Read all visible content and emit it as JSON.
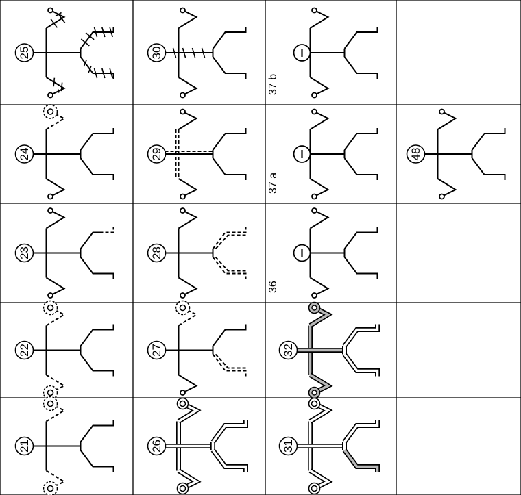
{
  "colors": {
    "ink": "#000000",
    "fill_gray": "#b8b8b8",
    "background": "#ffffff"
  },
  "cells": [
    {
      "id": "c25",
      "row": 0,
      "col": 0,
      "label": "25",
      "label_style": "circled",
      "variant": "tick-hatch"
    },
    {
      "id": "c30",
      "row": 0,
      "col": 1,
      "label": "30",
      "label_style": "circled",
      "variant": "spine-hatch"
    },
    {
      "id": "c37b",
      "row": 0,
      "col": 2,
      "label": "37 b",
      "label_style": "plain",
      "variant": "head-minus"
    },
    {
      "id": "c24",
      "row": 1,
      "col": 0,
      "label": "24",
      "label_style": "circled",
      "variant": "dashed-top-arm"
    },
    {
      "id": "c29",
      "row": 1,
      "col": 1,
      "label": "29",
      "label_style": "circled",
      "variant": "dashed-spine"
    },
    {
      "id": "c37a",
      "row": 1,
      "col": 2,
      "label": "37 a",
      "label_style": "plain",
      "variant": "head-minus"
    },
    {
      "id": "c48",
      "row": 1,
      "col": 3,
      "label": "48",
      "label_style": "circled",
      "variant": "plain"
    },
    {
      "id": "c23",
      "row": 2,
      "col": 0,
      "label": "23",
      "label_style": "circled",
      "variant": "dashed-top-leg-end"
    },
    {
      "id": "c28",
      "row": 2,
      "col": 1,
      "label": "28",
      "label_style": "circled",
      "variant": "dashed-legs"
    },
    {
      "id": "c36",
      "row": 2,
      "col": 2,
      "label": "36",
      "label_style": "plain",
      "variant": "head-minus"
    },
    {
      "id": "c22",
      "row": 3,
      "col": 0,
      "label": "22",
      "label_style": "circled",
      "variant": "dashed-both-arms"
    },
    {
      "id": "c27",
      "row": 3,
      "col": 1,
      "label": "27",
      "label_style": "circled",
      "variant": "dashed-arm-and-leg"
    },
    {
      "id": "c32",
      "row": 3,
      "col": 2,
      "label": "32",
      "label_style": "circled",
      "variant": "double-gray-spine"
    },
    {
      "id": "c21",
      "row": 4,
      "col": 0,
      "label": "21",
      "label_style": "circled",
      "variant": "dashed-arms-long"
    },
    {
      "id": "c26",
      "row": 4,
      "col": 1,
      "label": "26",
      "label_style": "circled",
      "variant": "double-line"
    },
    {
      "id": "c31",
      "row": 4,
      "col": 2,
      "label": "31",
      "label_style": "circled",
      "variant": "double-gray-leg"
    }
  ]
}
